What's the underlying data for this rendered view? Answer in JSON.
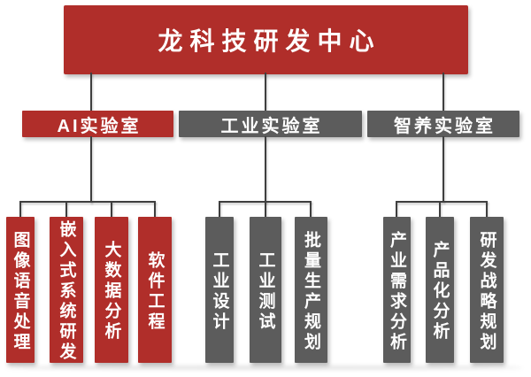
{
  "title": "龙科技研发中心",
  "colors": {
    "red": "#B02E2A",
    "gray": "#5C5C5C",
    "line": "#3F3F3F",
    "text": "#FFFFFF",
    "canvas": "#FFFFFF"
  },
  "groups": [
    {
      "label": "AI实验室",
      "accent": "red",
      "children": [
        "图像语音处理",
        "嵌入式系统研发",
        "大数据分析",
        "软件工程"
      ]
    },
    {
      "label": "工业实验室",
      "accent": "gray",
      "children": [
        "工业设计",
        "工业测试",
        "批量生产规划"
      ]
    },
    {
      "label": "智养实验室",
      "accent": "gray",
      "children": [
        "产业需求分析",
        "产品化分析",
        "研发战略规划"
      ]
    }
  ]
}
